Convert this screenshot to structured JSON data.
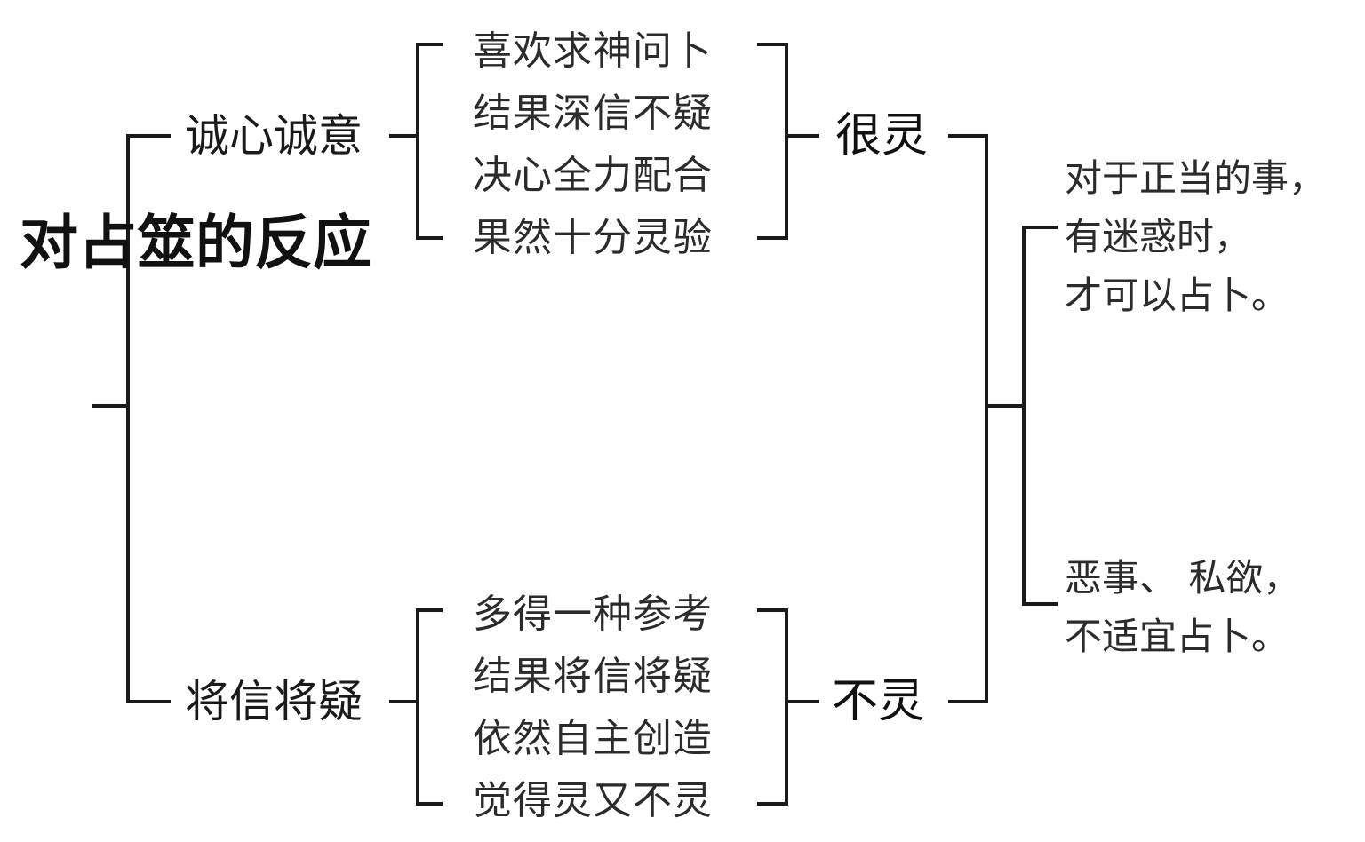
{
  "root": "对占筮的反应",
  "branches": [
    {
      "label": "诚心诚意",
      "details": [
        "喜欢求神问卜",
        "结果深信不疑",
        "决心全力配合",
        "果然十分灵验"
      ],
      "result": "很灵"
    },
    {
      "label": "将信将疑",
      "details": [
        "多得一种参考",
        "结果将信将疑",
        "依然自主创造",
        "觉得灵又不灵"
      ],
      "result": "不灵"
    }
  ],
  "conclusions": [
    "对于正当的事，\n有迷惑时，\n才可以占卜。",
    "恶事、 私欲，\n不适宜占卜。"
  ],
  "colors": {
    "line": "#1a1a1a",
    "text": "#2b2b2b"
  }
}
